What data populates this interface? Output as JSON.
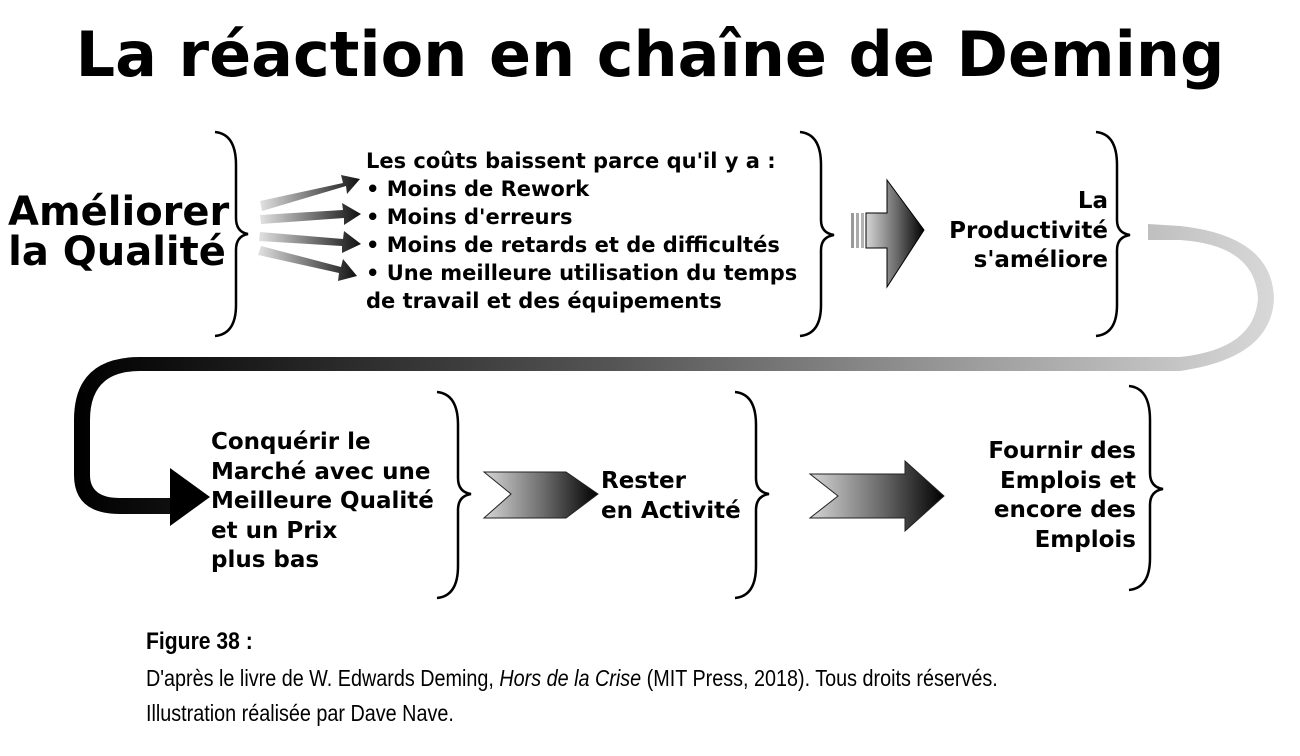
{
  "title": "La réaction en chaîne de Deming",
  "start": {
    "line1": "Améliorer",
    "line2": "la Qualité"
  },
  "costs": {
    "heading": "Les coûts baissent parce qu'il y a :",
    "items": [
      "• Moins de Rework",
      "• Moins d'erreurs",
      "• Moins de retards et de difficultés",
      "• Une meilleure utilisation du temps"
    ],
    "continuation": "de travail et des équipements"
  },
  "productivity": {
    "line1": "La",
    "line2": "Productivité",
    "line3": "s'améliore"
  },
  "market": {
    "lines": [
      "Conquérir le",
      "Marché avec une",
      "Meilleure Qualité",
      "et un Prix",
      "plus bas"
    ]
  },
  "business": {
    "line1": "Rester",
    "line2": "en Activité"
  },
  "jobs": {
    "lines": [
      "Fournir des",
      "Emplois et",
      "encore des",
      "Emplois"
    ]
  },
  "caption": {
    "label": "Figure 38 :",
    "prefix": "D'après le livre de W. Edwards Deming, ",
    "book": "Hors de la Crise",
    "suffix": " (MIT Press, 2018). Tous droits réservés.",
    "credit": "Illustration réalisée par Dave Nave."
  }
}
